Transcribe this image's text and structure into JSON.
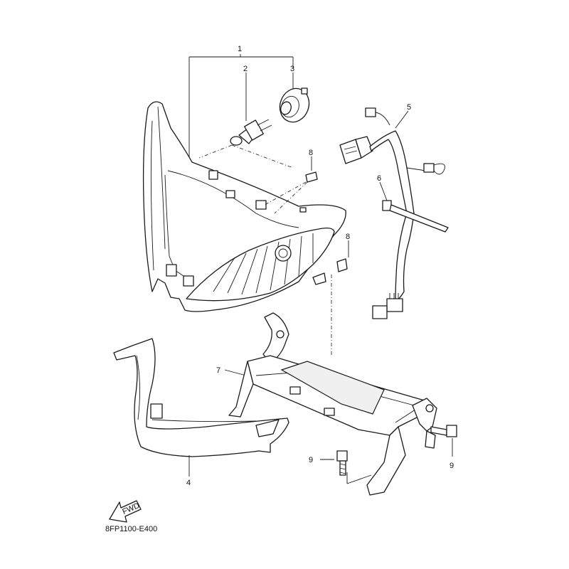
{
  "diagram": {
    "callouts": {
      "c1": "1",
      "c2": "2",
      "c3": "3",
      "c4": "4",
      "c5": "5",
      "c6": "6",
      "c7": "7",
      "c8a": "8",
      "c8b": "8",
      "c9a": "9",
      "c9b": "9"
    },
    "fwd_label": "FWD",
    "diagram_code": "8FP1100-E400"
  },
  "colors": {
    "line": "#1a1a1a",
    "background": "#ffffff"
  }
}
